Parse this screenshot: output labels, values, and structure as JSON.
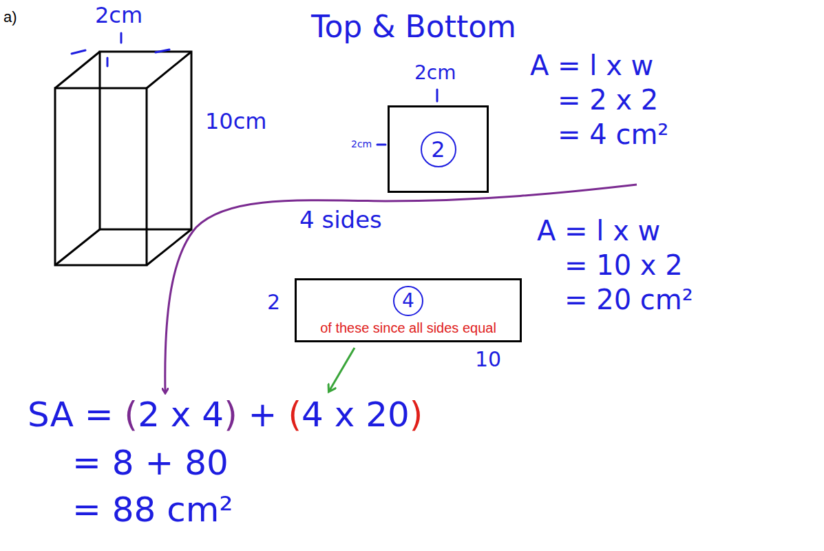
{
  "diagram": {
    "nodes": [
      {
        "text": [
          "2"
        ]
      },
      {
        "text": [
          "4",
          "of these since all sides equal"
        ]
      }
    ],
    "labels": [
      "a)",
      "2cm",
      "10cm",
      "Top & Bottom",
      "2cm",
      "2cm",
      "A = l x w",
      "= 2 x 2",
      "= 4 cm²",
      "4 sides",
      "2",
      "10",
      "A = l x w",
      "= 10 x 2",
      "= 20 cm²",
      "SA = (2 x 4) + (4 x 20)",
      "= 8 + 80",
      "= 88 cm²"
    ]
  }
}
